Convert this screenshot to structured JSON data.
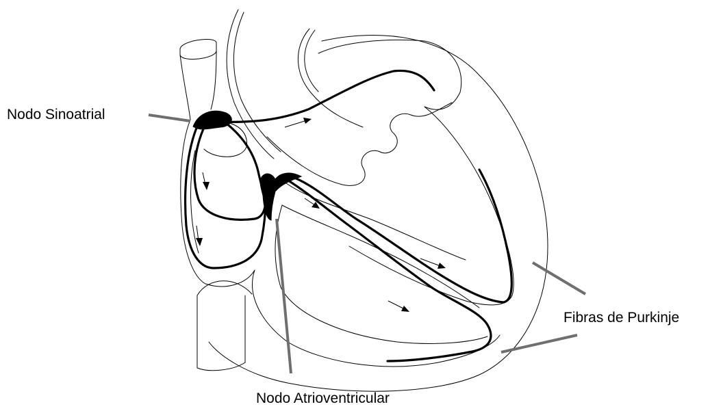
{
  "labels": {
    "sinoatrial": "Nodo Sinoatrial",
    "atrioventricular": "Nodo Atrioventricular",
    "purkinje": "Fibras de Purkinje"
  },
  "colors": {
    "background": "#ffffff",
    "outline": "#000000",
    "conduction_path": "#000000",
    "leader_line": "#6f6f6f",
    "text": "#000000"
  }
}
